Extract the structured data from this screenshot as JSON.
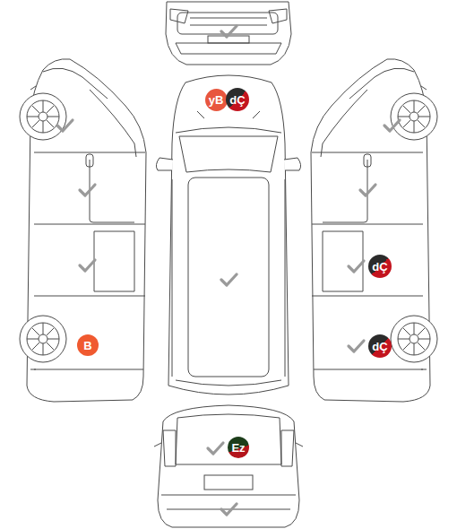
{
  "diagram": {
    "nodes": [
      {
        "text": [
          "yB"
        ]
      },
      {
        "text": [
          "dÇ"
        ]
      },
      {
        "text": [
          "dÇ"
        ]
      },
      {
        "text": [
          "B"
        ]
      },
      {
        "text": [
          "dÇ"
        ]
      },
      {
        "text": [
          "Ez"
        ]
      }
    ]
  }
}
